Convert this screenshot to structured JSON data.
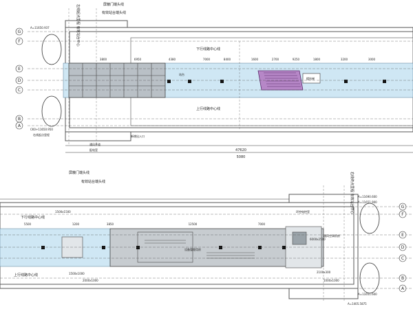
{
  "top_plan": {
    "axes": [
      "G",
      "F",
      "E",
      "D",
      "C",
      "B",
      "A"
    ],
    "vertical_note": "左线起点里程 有效站台中心",
    "top_notes": [
      "屏蔽门端头线",
      "有效站台端头线"
    ],
    "left_chainages": [
      "A=11650.937",
      "CK0+11650.950"
    ],
    "bottom_chainage": "右线起点里程",
    "track_up": "下行线路中心线",
    "track_down": "上行线路中心线",
    "platform_label": "站台",
    "stair_label": "楼扶梯",
    "dims": [
      "3800",
      "6950",
      "4380",
      "7000",
      "8400",
      "1600",
      "2700",
      "9250",
      "1800",
      "3200",
      "3000"
    ],
    "total_dim_1": "47620",
    "total_dim_2": "5080",
    "bottom_labels": [
      "新增出入口",
      "通风井道",
      "配电室"
    ]
  },
  "bottom_plan": {
    "axes": [
      "G",
      "F",
      "E",
      "D",
      "C",
      "B",
      "A"
    ],
    "top_notes": [
      "屏蔽门端头线",
      "有效站台端头线"
    ],
    "right_vertical_note": "右线终点里程 有效站台中心",
    "top_dims": [
      "5500",
      "1200",
      "3850",
      "12500",
      "7000"
    ],
    "track_up": "下行线路中心线",
    "track_down": "上行线路中心线",
    "hall_label": "设备管理用房",
    "right_chainages": [
      "A=11690.600",
      "A=11651.900",
      "A=11651.600"
    ],
    "bottom_chainage": "A=1405.5875",
    "dims": [
      "1500x1500",
      "6000x2500",
      "2100x300",
      "1000x1000",
      "1500x1000",
      "2000x1000"
    ],
    "right_labels": [
      "环控电控室",
      "通风空调机房"
    ]
  }
}
